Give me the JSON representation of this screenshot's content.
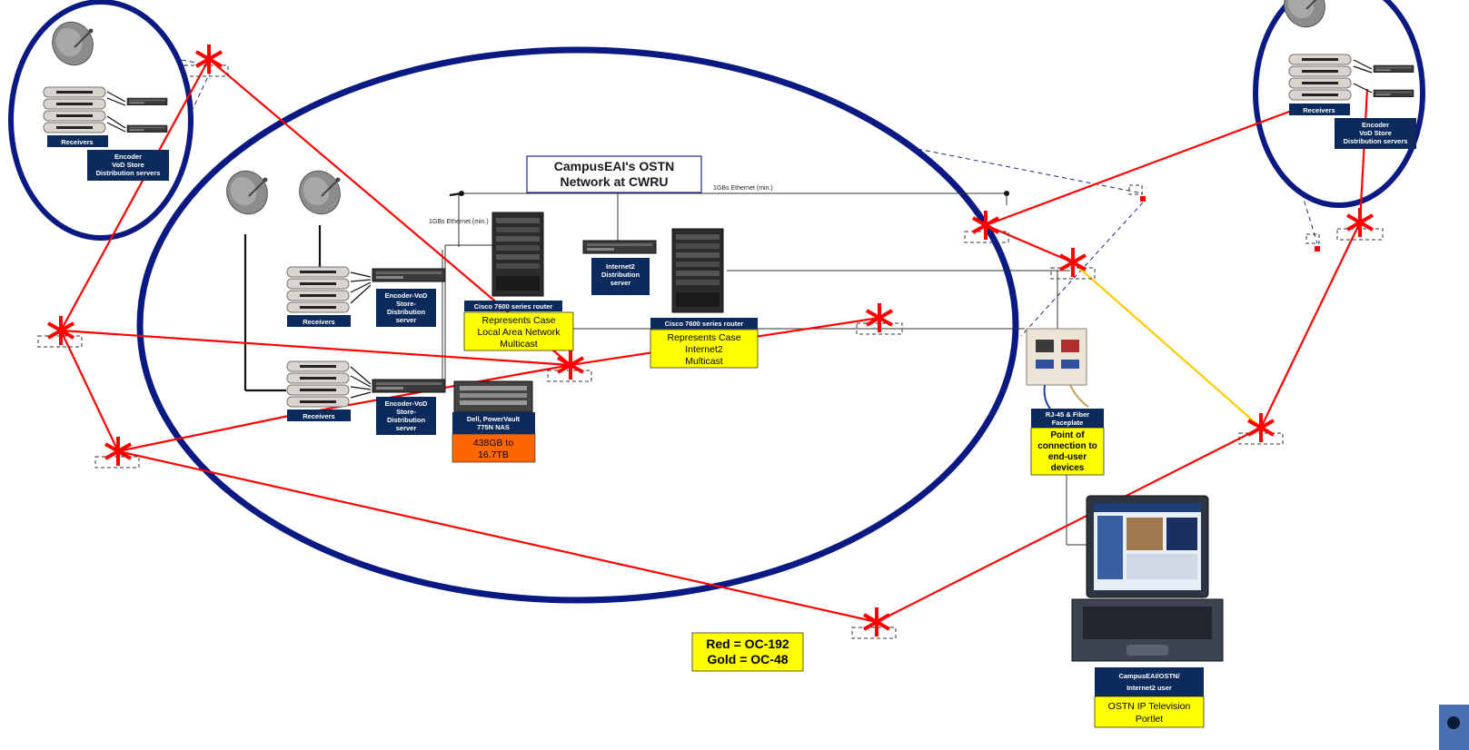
{
  "diagram": {
    "title_line1": "CampusEAI's OSTN",
    "title_line2": "Network at CWRU",
    "ethernet_label_top": "1GBs Ethernet (min.)",
    "ethernet_label_left": "1GBs Ethernet (min.)",
    "receivers_label": "Receivers",
    "remote_encoder_line1": "Encoder",
    "remote_encoder_line2": "VoD Store",
    "remote_encoder_line3": "Distribution servers",
    "encoder_line1": "Encoder-VoD",
    "encoder_line2": "Store-",
    "encoder_line3": "Distribution",
    "encoder_line4": "server",
    "internet2_server_line1": "Internet2",
    "internet2_server_line2": "Distribution",
    "internet2_server_line3": "server",
    "router_label": "Cisco 7600 series router",
    "lan_case_line1": "Represents Case",
    "lan_case_line2": "Local Area Network",
    "lan_case_line3": "Multicast",
    "i2_case_line1": "Represents Case",
    "i2_case_line2": "Internet2",
    "i2_case_line3": "Multicast",
    "nas_line1": "Dell, PowerVault",
    "nas_line2": "775N NAS",
    "nas_capacity_line1": "438GB to",
    "nas_capacity_line2": "16.7TB",
    "faceplate_line1": "RJ-45 & Fiber",
    "faceplate_line2": "Faceplate",
    "point_line1": "Point of",
    "point_line2": "connection to",
    "point_line3": "end-user",
    "point_line4": "devices",
    "user_line1": "CampusEAI/OSTN/",
    "user_line2": "Internet2 user",
    "portlet_line1": "OSTN IP Television",
    "portlet_line2": "Portlet",
    "legend_red": "Red = OC-192",
    "legend_gold": "Gold = OC-48"
  },
  "colors": {
    "ring": "#0b1a82",
    "label_navy": "#0d2a5c",
    "red": "#ff0000",
    "gold": "#ffcc00",
    "yellow": "#ffff00",
    "orange": "#ff6600"
  }
}
